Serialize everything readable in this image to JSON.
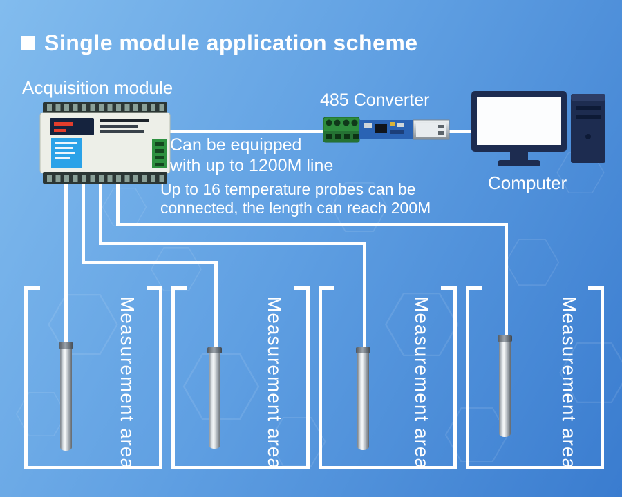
{
  "title": {
    "text": "Single module application scheme"
  },
  "devices": {
    "acquisition_module_label": "Acquisition module",
    "converter_label": "485 Converter",
    "computer_label": "Computer"
  },
  "notes": {
    "line1": "Can be equipped",
    "line2": "with up to 1200M line",
    "line3": "Up to 16 temperature probes can be",
    "line4": "connected, the length can reach 200M"
  },
  "tanks": [
    {
      "label": "Measurement area"
    },
    {
      "label": "Measurement area"
    },
    {
      "label": "Measurement area"
    },
    {
      "label": "Measurement area"
    }
  ],
  "icons": {
    "title_bullet": "white-square"
  },
  "colors": {
    "background_top": "#82bcee",
    "background_bottom": "#3a7ccf",
    "line_white": "#ffffff",
    "device_navy": "#1d2c50",
    "pcb_blue": "#2a63b4",
    "terminal_green": "#2e8d3d",
    "sticker_blue": "#2aa2e8",
    "display_red": "#e23d2c"
  }
}
